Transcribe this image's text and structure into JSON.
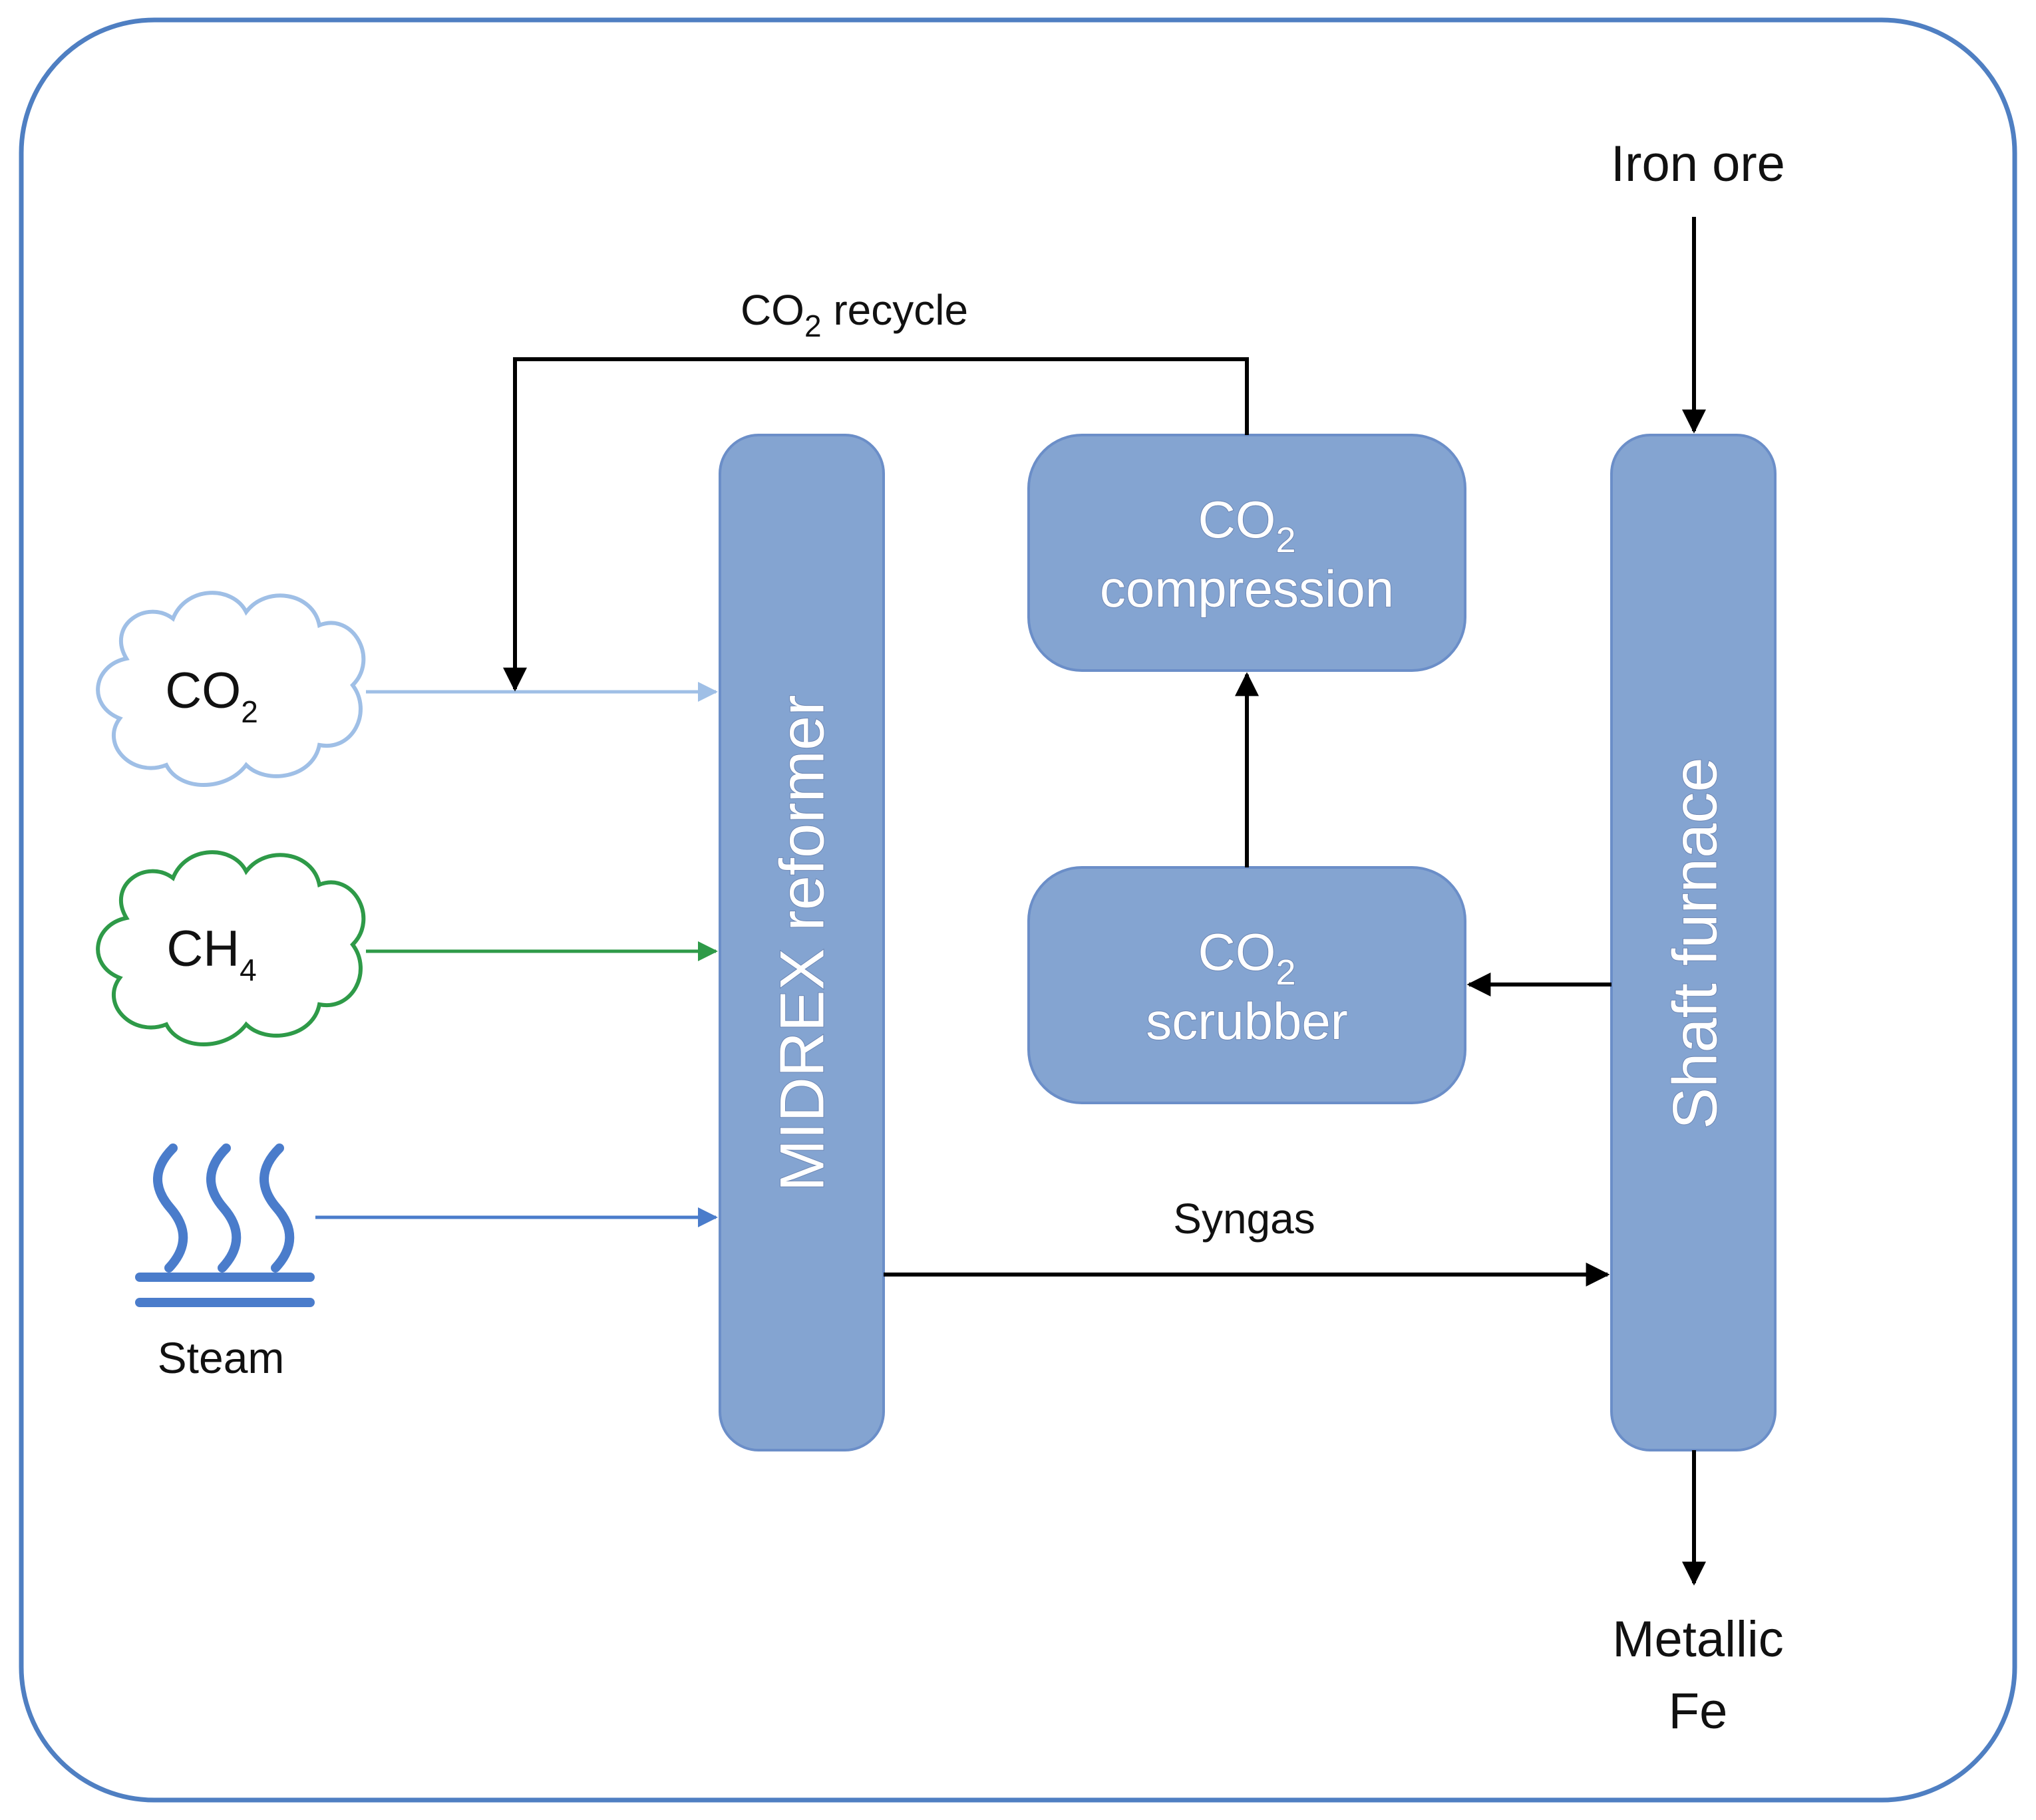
{
  "colors": {
    "frame": "#4f7fc2",
    "process_box_fill": "#84a4d1",
    "process_box_stroke": "#6b8ec8",
    "co2_stream": "#9fbfe6",
    "ch4_stream": "#2e9a48",
    "steam_stream": "#4a7ccb",
    "main_flow": "#000000",
    "box_text": "#ffffff"
  },
  "icons": {
    "co2_source": "cloud-icon",
    "ch4_source": "cloud-icon",
    "steam_source": "steam-icon"
  },
  "sources": {
    "co2": {
      "main": "CO",
      "sub": "2"
    },
    "ch4": {
      "main": "CH",
      "sub": "4"
    },
    "steam": {
      "label": "Steam"
    }
  },
  "units": {
    "reformer": {
      "label": "MIDREX reformer"
    },
    "shaft_furnace": {
      "label": "Shaft furnace"
    },
    "compression": {
      "main": "CO",
      "sub": "2",
      "line2": "compression"
    },
    "scrubber": {
      "main": "CO",
      "sub": "2",
      "line2": "scrubber"
    }
  },
  "streams": {
    "co2_recycle": {
      "main": "CO",
      "sub": "2",
      "suffix": " recycle"
    },
    "syngas": {
      "label": "Syngas"
    },
    "iron_ore": {
      "label": "Iron ore"
    },
    "product": {
      "line1": "Metallic",
      "line2": "Fe"
    }
  }
}
